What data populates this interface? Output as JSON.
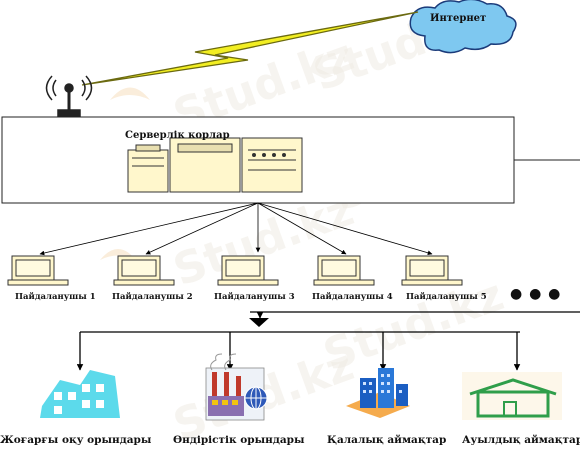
{
  "internet_label": "Интернет",
  "server_room_label": "Серверлік корлар",
  "users": [
    {
      "label": "Пайдаланушы 1"
    },
    {
      "label": "Пайдаланушы 2"
    },
    {
      "label": "Пайдаланушы 3"
    },
    {
      "label": "Пайдаланушы 4"
    },
    {
      "label": "Пайдаланушы 5"
    }
  ],
  "more_indicator": "● ● ●",
  "destinations": [
    {
      "label": "Жоғарғы оқу орындары"
    },
    {
      "label": "Өндірістік орындары"
    },
    {
      "label": "Қалалық аймақтар"
    },
    {
      "label": "Ауылдық аймақтар"
    }
  ],
  "watermark_text": "Stud.kz",
  "colors": {
    "cloud_fill": "#7ec8f0",
    "lightning_fill": "#f2ee22",
    "computer_fill": "#fff7cc",
    "university_cyan": "#3fd3e8",
    "house_green": "#2f9e4a",
    "city_blue": "#1b5ec2"
  }
}
